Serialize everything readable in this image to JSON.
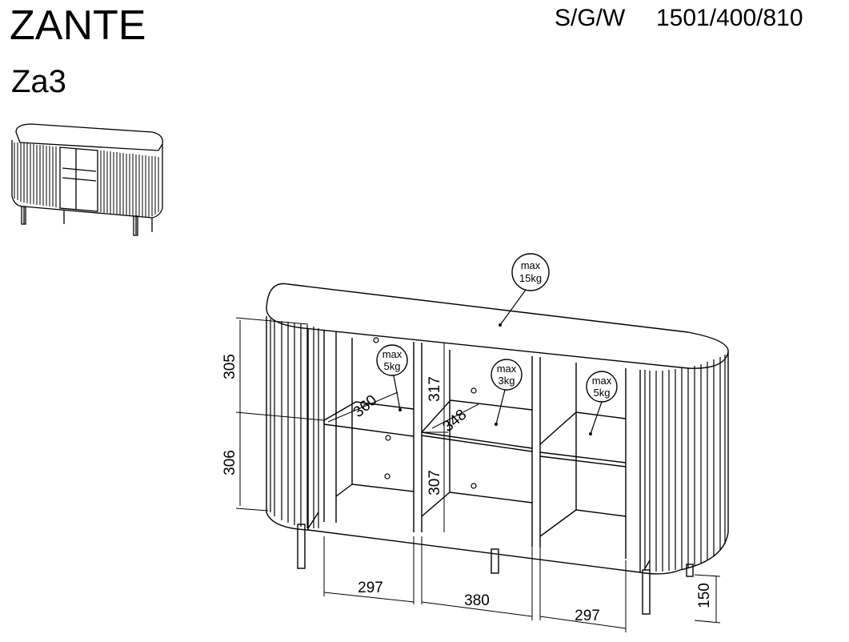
{
  "header": {
    "title": "ZANTE",
    "model": "Za3",
    "dimension_codes": "S/G/W",
    "dimensions": "1501/400/810"
  },
  "drawing": {
    "load_labels": [
      {
        "line1": "max",
        "line2": "15kg"
      },
      {
        "line1": "max",
        "line2": "5kg"
      },
      {
        "line1": "max",
        "line2": "3kg"
      },
      {
        "line1": "max",
        "line2": "5kg"
      }
    ],
    "dimension_labels": {
      "upper_height": "305",
      "lower_height": "306",
      "mid_upper_height": "317",
      "mid_lower_height": "307",
      "left_shelf_depth": "360",
      "mid_shelf_depth": "348",
      "left_width": "297",
      "mid_width": "380",
      "right_width": "297",
      "leg_height": "150"
    }
  }
}
